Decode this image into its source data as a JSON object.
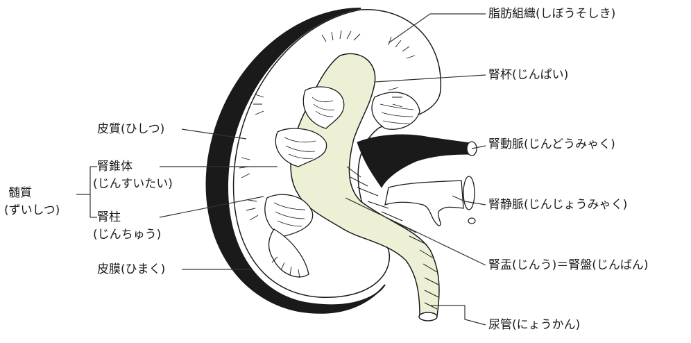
{
  "diagram": {
    "labels": {
      "fat_tissue": "脂肪組織(しぼうそしき)",
      "renal_calyx": "腎杯(じんぱい)",
      "renal_artery": "腎動脈(じんどうみゃく)",
      "renal_vein": "腎静脈(じんじょうみゃく)",
      "renal_pelvis": "腎盂(じんう)＝腎盤(じんばん)",
      "ureter": "尿管(にょうかん)",
      "cortex": "皮質(ひしつ)",
      "renal_pyramid_line1": "腎錐体",
      "renal_pyramid_line2": "(じんすいたい)",
      "medulla_line1": "髄質",
      "medulla_line2": "(ずいしつ)",
      "renal_column_line1": "腎柱",
      "renal_column_line2": "(じんちゅう)",
      "capsule": "皮膜(ひまく)"
    },
    "colors": {
      "ink": "#1a1a1a",
      "pelvis_fill": "#eef0d6",
      "background": "#ffffff"
    }
  }
}
